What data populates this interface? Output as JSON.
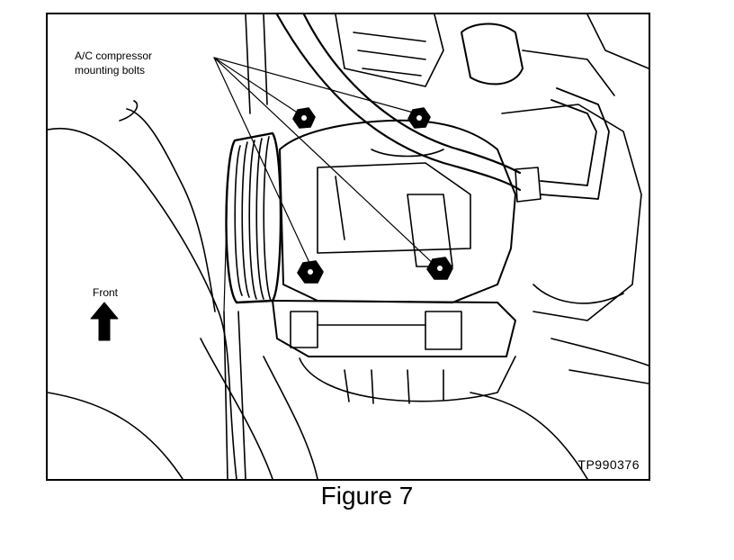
{
  "callout": {
    "line1": "A/C compressor",
    "line2": "mounting bolts"
  },
  "front_label": "Front",
  "ref_id": "TP990376",
  "caption": "Figure 7",
  "colors": {
    "ink": "#000000",
    "paper": "#ffffff"
  },
  "icons": {
    "direction_arrow": "up-arrow-icon",
    "bolt": "hex-bolt-icon"
  }
}
